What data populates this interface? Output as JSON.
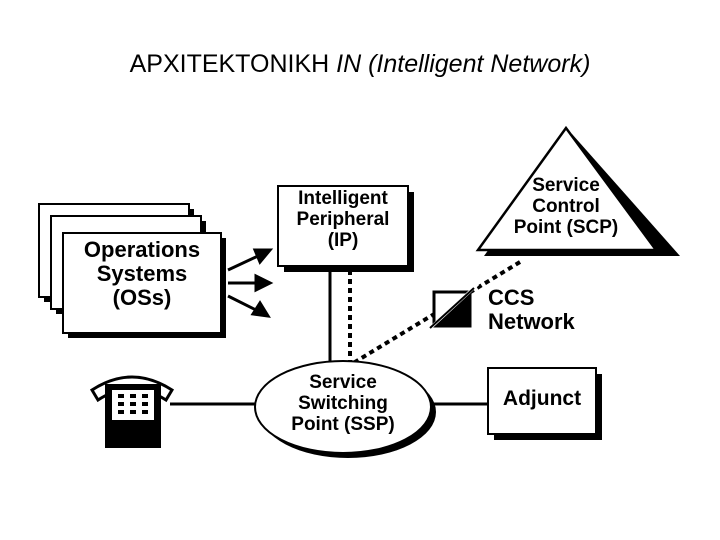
{
  "title": {
    "main": "ΑΡΧΙΤΕΚΤΟΝΙΚΗ",
    "italic": "IN (Intelligent Network)"
  },
  "nodes": {
    "os": {
      "lines": [
        "Operations",
        "Systems",
        "(OSs)"
      ]
    },
    "ip": {
      "lines": [
        "Intelligent",
        "Peripheral",
        "(IP)"
      ]
    },
    "scp": {
      "lines": [
        "Service",
        "Control",
        "Point (SCP)"
      ]
    },
    "ccs": {
      "lines": [
        "CCS",
        "Network"
      ]
    },
    "ssp": {
      "lines": [
        "Service",
        "Switching",
        "Point (SSP)"
      ]
    },
    "adjunct": {
      "label": "Adjunct"
    }
  },
  "icons": [
    "telephone-icon",
    "ccs-network-icon",
    "arrow-icon"
  ]
}
